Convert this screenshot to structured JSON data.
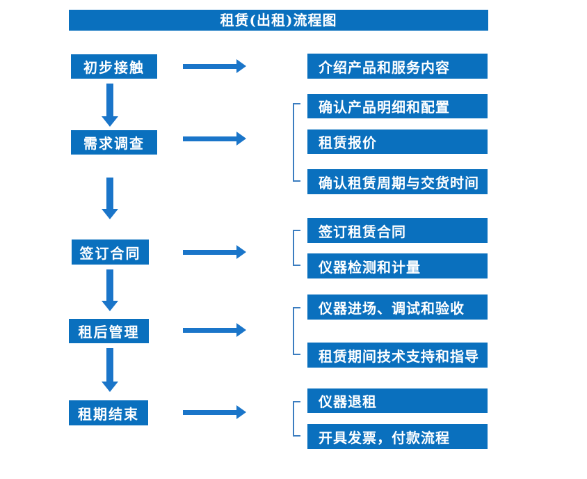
{
  "title": "租赁(出租)流程图",
  "colors": {
    "box_blue": "#0a70be",
    "arrow_blue": "#1a75c9",
    "bracket_blue": "#3b7dc0",
    "text_white": "#ffffff"
  },
  "steps": [
    {
      "label": "初步接触",
      "substeps": [
        "介绍产品和服务内容"
      ]
    },
    {
      "label": "需求调查",
      "substeps": [
        "确认产品明细和配置",
        "租赁报价",
        "确认租赁周期与交货时间"
      ]
    },
    {
      "label": "签订合同",
      "substeps": [
        "签订租赁合同",
        "仪器检测和计量"
      ]
    },
    {
      "label": "租后管理",
      "substeps": [
        "仪器进场、调试和验收",
        "租赁期间技术支持和指导"
      ]
    },
    {
      "label": "租期结束",
      "substeps": [
        "仪器退租",
        "开具发票，付款流程"
      ]
    }
  ]
}
